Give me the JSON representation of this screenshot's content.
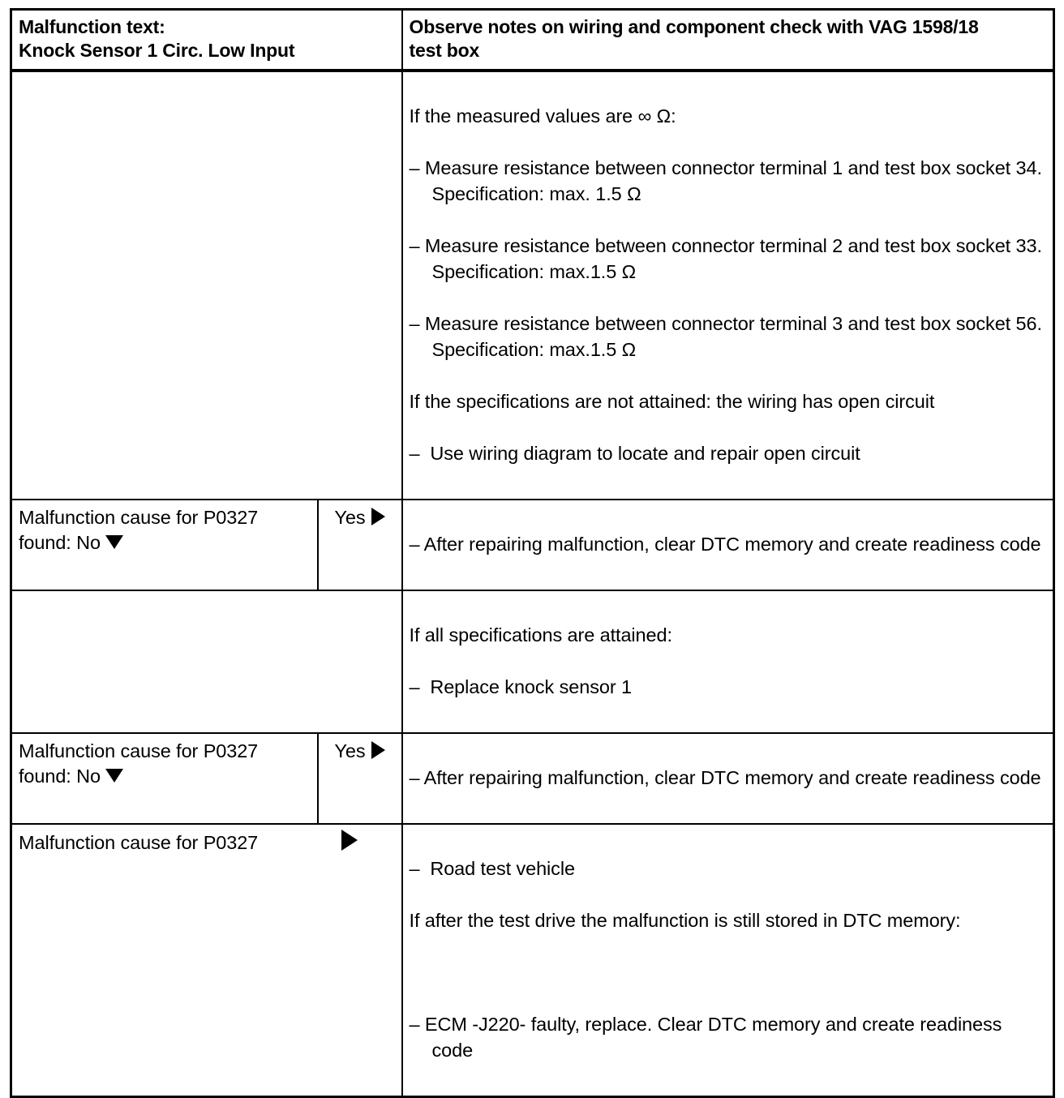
{
  "document": {
    "type": "dtc-diagnostic-table",
    "title": "Knock Sensor 1 Circ. Low Input diagnostic table"
  },
  "header": {
    "left": "Malfunction text:\nKnock Sensor 1 Circ. Low Input",
    "right": "Observe notes on wiring and component check with VAG 1598/18\ntest box"
  },
  "labels": {
    "yes": "Yes",
    "arrow_right_icon": "▶",
    "arrow_down_icon": "▼"
  },
  "rows": [
    {
      "id": "measurement-block",
      "left": "",
      "yes": null,
      "right_lines": [
        {
          "text": "If the measured values are ∞ Ω:",
          "wrap": false
        },
        {
          "text": "–  Measure resistance between connector terminal 1 and test box socket 34.  Specification: max. 1.5 Ω",
          "wrap": true
        },
        {
          "text": "–  Measure resistance between connector terminal 2 and test box socket 33.  Specification: max.1.5 Ω",
          "wrap": true
        },
        {
          "text": "–  Measure resistance between connector terminal 3 and test box socket 56.  Specification: max.1.5 Ω",
          "wrap": true
        },
        {
          "text": "If the specifications are not attained: the wiring has open circuit",
          "wrap": false
        },
        {
          "text": "–  Use wiring diagram to locate and repair open circuit",
          "wrap": false
        }
      ]
    },
    {
      "id": "cause-found-no-1",
      "left": "Malfunction cause for P0327\nfound: No",
      "left_arrow": "down",
      "yes": "Yes",
      "right_lines": [
        {
          "text": "–  After repairing malfunction, clear DTC memory and create readiness code",
          "wrap": true
        }
      ]
    },
    {
      "id": "replace-knock-sensor",
      "left": "",
      "yes": null,
      "right_lines": [
        {
          "text": "If all specifications are attained:",
          "wrap": false
        },
        {
          "text": "–  Replace knock sensor 1",
          "wrap": false
        }
      ]
    },
    {
      "id": "cause-found-no-2",
      "left": "Malfunction cause for P0327\nfound: No",
      "left_arrow": "down",
      "yes": "Yes",
      "right_lines": [
        {
          "text": "–  After repairing malfunction, clear DTC memory and create readiness code",
          "wrap": true
        }
      ]
    },
    {
      "id": "road-test-ecm",
      "left": "Malfunction cause for P0327",
      "left_arrow": "right-far",
      "yes": null,
      "right_lines": [
        {
          "text": "–  Road test vehicle",
          "wrap": false
        },
        {
          "text": "If after the test drive the malfunction is still stored in DTC memory:",
          "wrap": false
        },
        {
          "text": "",
          "wrap": false
        },
        {
          "text": "–  ECM -J220- faulty, replace.  Clear DTC memory and create readiness code",
          "wrap": true
        }
      ]
    }
  ]
}
